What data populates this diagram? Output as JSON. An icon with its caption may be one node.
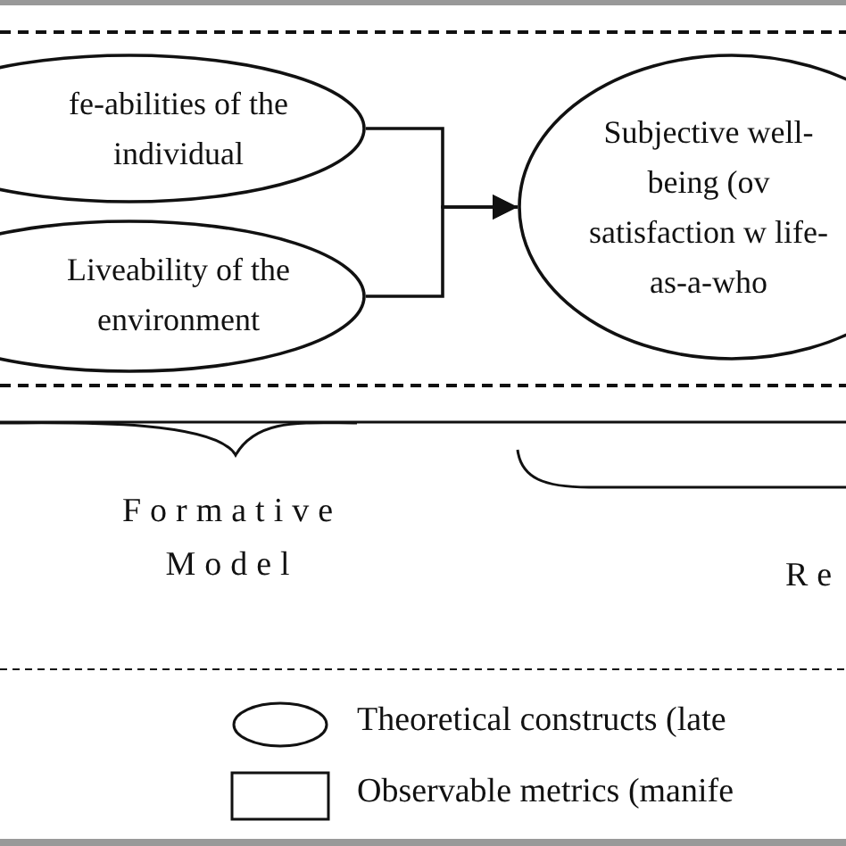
{
  "diagram": {
    "nodes": [
      {
        "text": [
          "fe-abilities of the individual"
        ]
      },
      {
        "text": [
          "Liveability of the environment"
        ]
      },
      {
        "text": [
          "Subjective well-being (ov satisfaction w life-as-a-who"
        ]
      }
    ],
    "edges": [
      {
        "from": 0,
        "to": 2,
        "arrow": "to"
      },
      {
        "from": 1,
        "to": 2,
        "arrow": "to"
      }
    ],
    "labels": [
      "Formative Model",
      "Re"
    ],
    "legend": [
      {
        "text": "Theoretical constructs (late"
      },
      {
        "text": "Observable metrics (manife"
      }
    ]
  }
}
